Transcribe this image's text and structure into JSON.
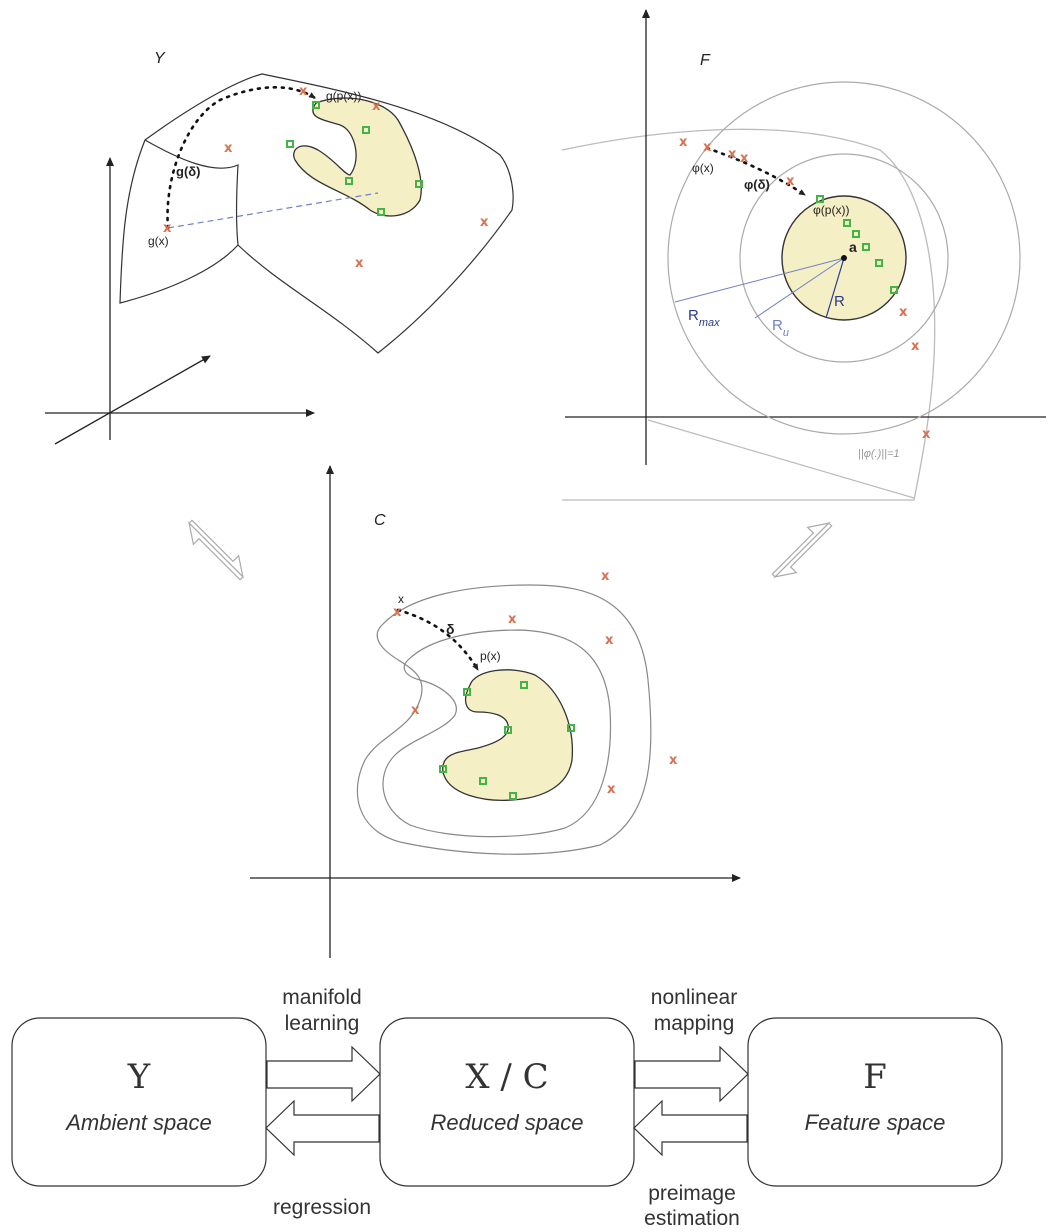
{
  "panels": {
    "ambient": {
      "title": "Y",
      "g_delta": "g(δ)",
      "g_x": "g(x)",
      "g_p_x": "g(p(x))"
    },
    "feature": {
      "title": "F",
      "phi_x": "φ(x)",
      "phi_delta": "φ(δ)",
      "phi_p_x": "φ(p(x))",
      "center": "a",
      "r": "R",
      "r_max_main": "R",
      "r_max_sub": "max",
      "r_u_main": "R",
      "r_u_sub": "u",
      "norm": "||φ(.)||=1"
    },
    "reduced": {
      "title": "C",
      "x": "x",
      "delta": "δ",
      "p_x": "p(x)"
    }
  },
  "flow": {
    "boxes": [
      {
        "title": "Y",
        "subtitle": "Ambient space"
      },
      {
        "title": "X / C",
        "subtitle": "Reduced space"
      },
      {
        "title": "F",
        "subtitle": "Feature space"
      }
    ],
    "labels": {
      "manifold_1": "manifold",
      "manifold_2": "learning",
      "regression": "regression",
      "nonlinear_1": "nonlinear",
      "nonlinear_2": "mapping",
      "preimage_1": "preimage",
      "preimage_2": "estimation"
    }
  },
  "colors": {
    "region_fill": "#f5efc6",
    "outlier": "#d9704f",
    "inlier": "#44b544",
    "curve": "#444444",
    "accent_blue": "#2a3a8a",
    "light_blue": "#7080c8"
  },
  "icons": {
    "inlier_marker": "green-square-icon",
    "outlier_marker": "orange-cross-icon"
  }
}
